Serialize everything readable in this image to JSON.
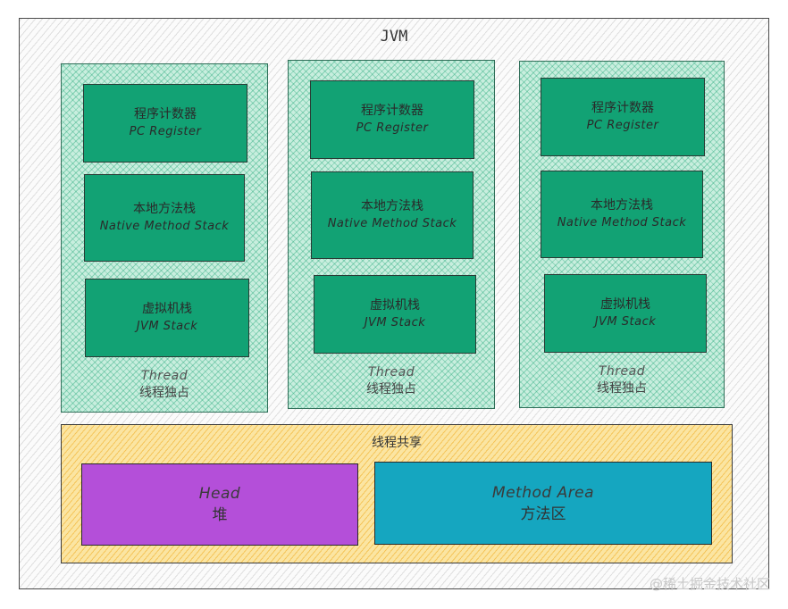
{
  "jvm": {
    "title": "JVM"
  },
  "threads": [
    {
      "pc": {
        "cn": "程序计数器",
        "en": "PC Register"
      },
      "native": {
        "cn": "本地方法栈",
        "en": "Native Method Stack"
      },
      "jvm_stack": {
        "cn": "虚拟机栈",
        "en": "JVM Stack"
      },
      "caption": {
        "en": "Thread",
        "cn": "线程独占"
      }
    },
    {
      "pc": {
        "cn": "程序计数器",
        "en": "PC Register"
      },
      "native": {
        "cn": "本地方法栈",
        "en": "Native Method Stack"
      },
      "jvm_stack": {
        "cn": "虚拟机栈",
        "en": "JVM Stack"
      },
      "caption": {
        "en": "Thread",
        "cn": "线程独占"
      }
    },
    {
      "pc": {
        "cn": "程序计数器",
        "en": "PC Register"
      },
      "native": {
        "cn": "本地方法栈",
        "en": "Native Method Stack"
      },
      "jvm_stack": {
        "cn": "虚拟机栈",
        "en": "JVM Stack"
      },
      "caption": {
        "en": "Thread",
        "cn": "线程独占"
      }
    }
  ],
  "shared": {
    "title": "线程共享",
    "heap": {
      "en": "Head",
      "cn": "堆"
    },
    "method_area": {
      "en": "Method Area",
      "cn": "方法区"
    }
  },
  "colors": {
    "component": "#12a274",
    "heap": "#b44fd9",
    "method_area": "#15a6c0",
    "thread_hatch": "#c8eede",
    "shared_hatch": "#fbe5a2"
  },
  "watermark": "@稀土掘金技术社区"
}
